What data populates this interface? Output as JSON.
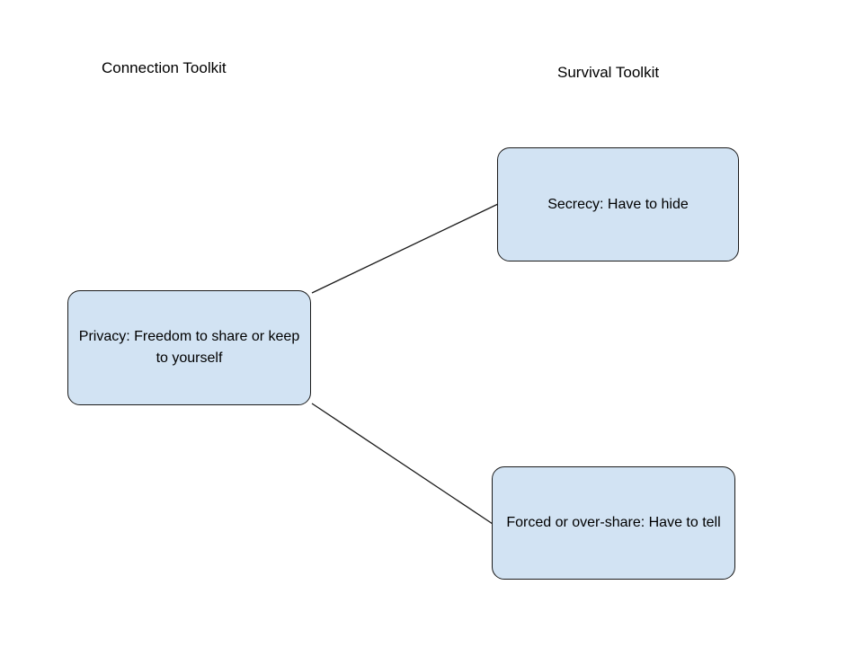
{
  "diagram": {
    "type": "concept-map",
    "background_color": "#ffffff",
    "node_fill_color": "#d2e3f3",
    "node_border_color": "#1b1b1b",
    "connector_color": "#1b1b1b",
    "headings": [
      {
        "id": "connection",
        "label": "Connection Toolkit"
      },
      {
        "id": "survival",
        "label": "Survival Toolkit"
      }
    ],
    "nodes": [
      {
        "id": "privacy",
        "label": "Privacy: Freedom to share or keep to yourself"
      },
      {
        "id": "secrecy",
        "label": "Secrecy: Have to hide"
      },
      {
        "id": "forced",
        "label": "Forced or over-share: Have to tell"
      }
    ],
    "connectors": [
      {
        "id": "privacy-to-secrecy",
        "from": "privacy",
        "to": "secrecy"
      },
      {
        "id": "privacy-to-forced",
        "from": "privacy",
        "to": "forced"
      }
    ]
  }
}
